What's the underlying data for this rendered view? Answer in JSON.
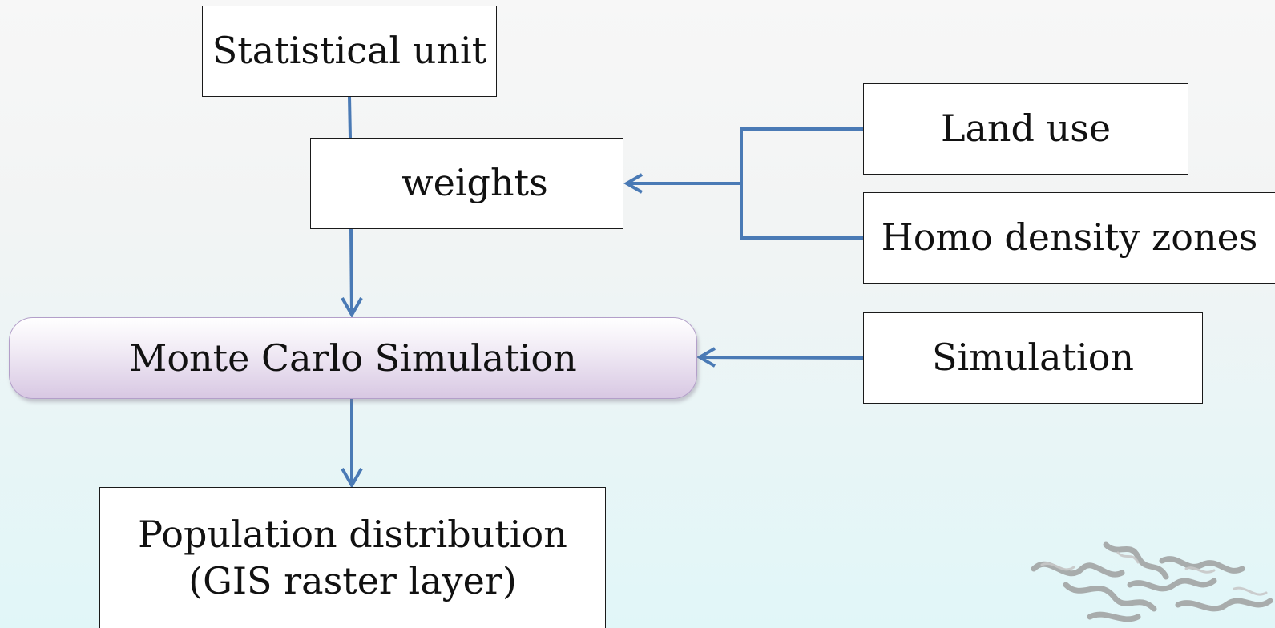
{
  "diagram": {
    "nodes": {
      "statistical_unit": "Statistical unit",
      "weights": "weights",
      "land_use": "Land use",
      "homo_density_zones": "Homo density zones",
      "monte_carlo": "Monte Carlo Simulation",
      "simulation": "Simulation",
      "population_line1": "Population distribution",
      "population_line2": "(GIS raster layer)"
    },
    "edges": [
      {
        "from": "statistical_unit",
        "to": "weights",
        "arrow": false
      },
      {
        "from": "land_use",
        "to": "weights",
        "arrow": true
      },
      {
        "from": "homo_density_zones",
        "to": "weights",
        "arrow": true
      },
      {
        "from": "weights",
        "to": "monte_carlo",
        "arrow": true
      },
      {
        "from": "simulation",
        "to": "monte_carlo",
        "arrow": true
      },
      {
        "from": "monte_carlo",
        "to": "population",
        "arrow": true
      }
    ]
  },
  "colors": {
    "connector": "#4a7ab5",
    "box_border": "#1a1a1a",
    "box_fill": "#ffffff",
    "pill_border": "#b39fc9",
    "pill_fill_bottom": "#d8c8e3",
    "background_top": "#f7f7f7",
    "background_bottom": "#e1f6f8"
  },
  "decoration": {
    "corner_art_icon": "dragon-ornament-icon"
  }
}
